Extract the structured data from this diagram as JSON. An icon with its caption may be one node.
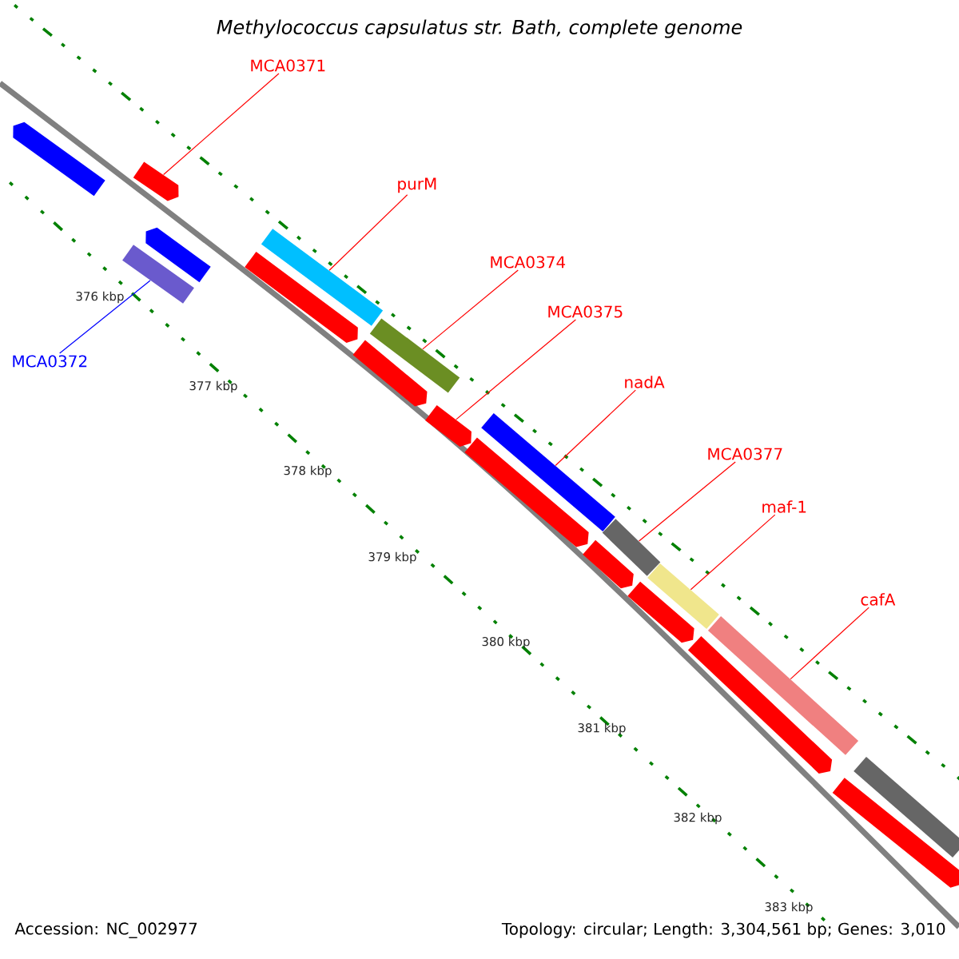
{
  "diagram": {
    "title": "Methylococcus capsulatus str. Bath, complete genome",
    "nodes": [
      {
        "text": [
          "MCA0371"
        ]
      },
      {
        "text": [
          "purM"
        ]
      },
      {
        "text": [
          "MCA0374"
        ]
      },
      {
        "text": [
          "MCA0375"
        ]
      },
      {
        "text": [
          "MCA0372"
        ]
      },
      {
        "text": [
          "nadA"
        ]
      },
      {
        "text": [
          "MCA0377"
        ]
      },
      {
        "text": [
          "maf-1"
        ]
      },
      {
        "text": [
          "cafA"
        ]
      },
      {
        "text": [],
        "shape": "arrow"
      },
      {
        "text": [],
        "shape": "arrow"
      },
      {
        "text": [],
        "shape": "bar"
      },
      {
        "text": [],
        "shape": "arrow"
      },
      {
        "text": [],
        "shape": "arrow"
      },
      {
        "text": [],
        "shape": "bar"
      },
      {
        "text": [],
        "shape": "arrow"
      },
      {
        "text": [],
        "shape": "bar"
      },
      {
        "text": [],
        "shape": "arrow"
      },
      {
        "text": [],
        "shape": "arrow"
      },
      {
        "text": [],
        "shape": "bar"
      },
      {
        "text": [],
        "shape": "arrow"
      },
      {
        "text": [],
        "shape": "bar"
      },
      {
        "text": [],
        "shape": "arrow"
      },
      {
        "text": [],
        "shape": "bar"
      },
      {
        "text": [],
        "shape": "arrow"
      },
      {
        "text": [],
        "shape": "bar"
      },
      {
        "text": [],
        "shape": "arrow"
      },
      {
        "text": [],
        "shape": "bar"
      }
    ],
    "edges": [
      {
        "from": 0,
        "to": 10,
        "arrow": "none"
      },
      {
        "from": 1,
        "to": 14,
        "arrow": "none"
      },
      {
        "from": 2,
        "to": 16,
        "arrow": "none"
      },
      {
        "from": 3,
        "to": 17,
        "arrow": "none"
      },
      {
        "from": 4,
        "to": 11,
        "arrow": "none",
        "color": "#0000ff"
      },
      {
        "from": 5,
        "to": 19,
        "arrow": "none"
      },
      {
        "from": 6,
        "to": 21,
        "arrow": "none"
      },
      {
        "from": 7,
        "to": 23,
        "arrow": "none"
      },
      {
        "from": 8,
        "to": 25,
        "arrow": "none"
      }
    ],
    "labels": [
      "376 kbp",
      "377 kbp",
      "378 kbp",
      "379 kbp",
      "380 kbp",
      "381 kbp",
      "382 kbp",
      "383 kbp",
      "Accession: NC_002977",
      "Topology: circular; Length: 3,304,561 bp; Genes: 3,010"
    ]
  }
}
